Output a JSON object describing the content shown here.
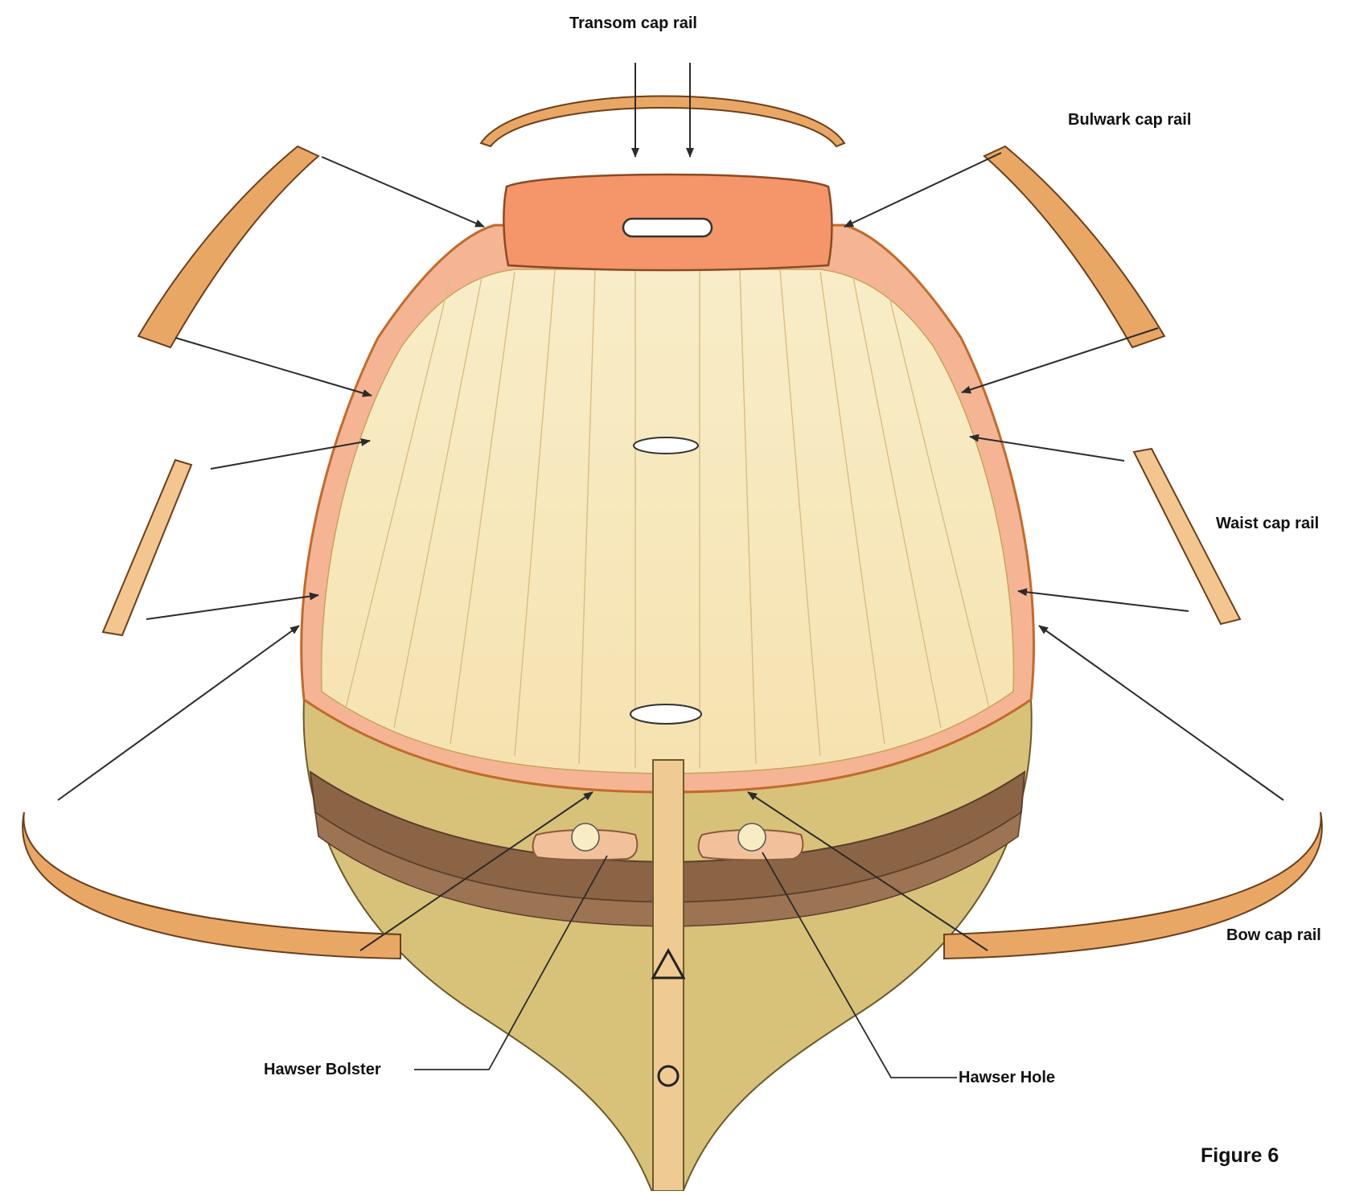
{
  "labels": {
    "transom_cap_rail": "Transom cap rail",
    "bulwark_cap_rail": "Bulwark cap rail",
    "waist_cap_rail": "Waist cap rail",
    "bow_cap_rail": "Bow  cap rail",
    "hawser_bolster": "Hawser Bolster",
    "hawser_hole": "Hawser Hole",
    "figure": "Figure 6"
  },
  "colors": {
    "wood_rail": "#e9a766",
    "wood_rail_light": "#f3c690",
    "transom": "#f4956a",
    "inner_side": "#f5b594",
    "deck": "#f7e8bd",
    "hull": "#d8c27a",
    "wale": "#8b6446",
    "stem": "#efcb93",
    "ink": "#2b2b2b"
  }
}
